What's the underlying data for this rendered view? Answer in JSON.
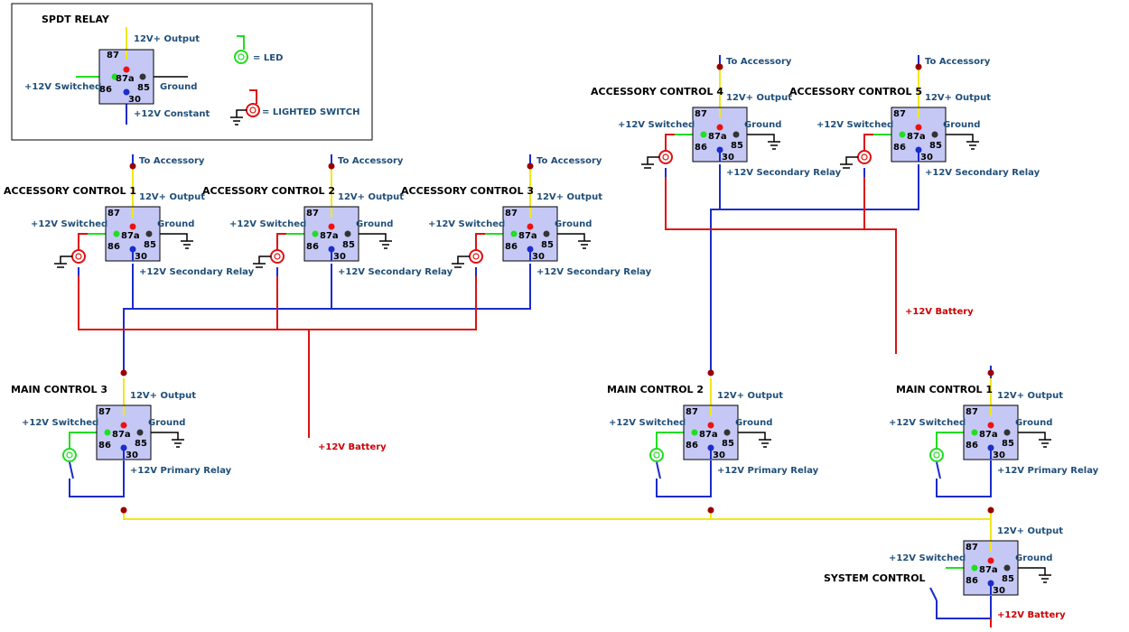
{
  "legend": {
    "title": "SPDT RELAY",
    "output_label": "12V+ Output",
    "switched_label": "+12V Switched",
    "ground_label": "Ground",
    "constant_label": "+12V Constant",
    "led_label": "= LED",
    "switch_label": "= LIGHTED SWITCH"
  },
  "pins": {
    "p87": "87",
    "p87a": "87a",
    "p86": "86",
    "p85": "85",
    "p30": "30"
  },
  "relays": [
    {
      "title": "ACCESSORY CONTROL 1",
      "top": "To Accessory",
      "output": "12V+ Output",
      "switched": "+12V Switched",
      "ground": "Ground",
      "bottom": "+12V Secondary Relay"
    },
    {
      "title": "ACCESSORY CONTROL 2",
      "top": "To Accessory",
      "output": "12V+ Output",
      "switched": "+12V Switched",
      "ground": "Ground",
      "bottom": "+12V Secondary Relay"
    },
    {
      "title": "ACCESSORY CONTROL 3",
      "top": "To Accessory",
      "output": "12V+ Output",
      "switched": "+12V Switched",
      "ground": "Ground",
      "bottom": "+12V Secondary Relay"
    },
    {
      "title": "ACCESSORY CONTROL 4",
      "top": "To Accessory",
      "output": "12V+ Output",
      "switched": "+12V Switched",
      "ground": "Ground",
      "bottom": "+12V Secondary Relay"
    },
    {
      "title": "ACCESSORY CONTROL 5",
      "top": "To Accessory",
      "output": "12V+ Output",
      "switched": "+12V Switched",
      "ground": "Ground",
      "bottom": "+12V Secondary Relay"
    },
    {
      "title": "MAIN CONTROL 3",
      "output": "12V+ Output",
      "switched": "+12V Switched",
      "ground": "Ground",
      "bottom": "+12V Primary Relay"
    },
    {
      "title": "MAIN CONTROL 2",
      "output": "12V+ Output",
      "switched": "+12V Switched",
      "ground": "Ground",
      "bottom": "+12V Primary Relay"
    },
    {
      "title": "MAIN CONTROL 1",
      "output": "12V+ Output",
      "switched": "+12V Switched",
      "ground": "Ground",
      "bottom": "+12V Primary Relay"
    },
    {
      "title": "SYSTEM CONTROL",
      "output": "12V+ Output",
      "switched": "+12V Switched",
      "ground": "Ground",
      "bottom": "+12V Battery"
    }
  ],
  "battery_labels": [
    "+12V Battery",
    "+12V Battery"
  ],
  "colors": {
    "power": "#f0e81a",
    "control": "#1a2ccc",
    "battery": "#dd1111",
    "switched": "#22dd22",
    "relay_fill": "#c5c8f5"
  }
}
